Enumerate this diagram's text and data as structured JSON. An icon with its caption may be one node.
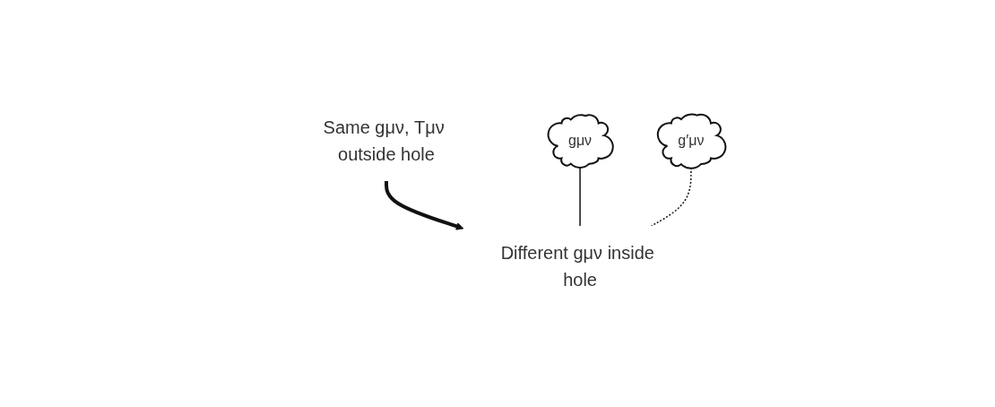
{
  "diagram": {
    "nodes": [
      {
        "text": [
          "Same gμν, Tμν outside hole"
        ]
      },
      {
        "text": [
          "Different gμν inside hole"
        ]
      },
      {
        "text": [
          "gμν"
        ]
      },
      {
        "text": [
          "g′μν"
        ]
      }
    ],
    "edges": [
      {
        "from": 0,
        "to": 1,
        "arrow": "to",
        "style": "thick"
      },
      {
        "from": 2,
        "to": 1,
        "arrow": "none"
      },
      {
        "from": 3,
        "to": 1,
        "arrow": "none",
        "style": "dashed"
      }
    ]
  }
}
